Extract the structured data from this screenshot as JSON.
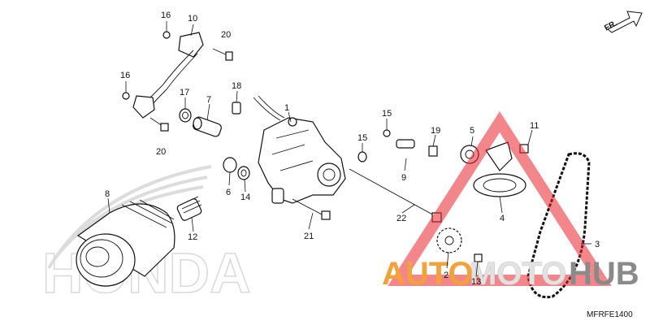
{
  "diagram": {
    "brand_watermark": "HONDA",
    "orientation_label": "FR.",
    "diagram_code": "MFRFE1400",
    "site_watermark": {
      "part1": "AUTO",
      "part2": "MOTO",
      "part3": "HUB",
      "colors": {
        "auto": "#f2a23a",
        "moto": "#e2e2e2",
        "hub": "#8a8a8a",
        "triangle": "#e8222a"
      }
    },
    "callouts": [
      {
        "id": "c1",
        "text": "1"
      },
      {
        "id": "c2",
        "text": "2"
      },
      {
        "id": "c3",
        "text": "3"
      },
      {
        "id": "c4",
        "text": "4"
      },
      {
        "id": "c5",
        "text": "5"
      },
      {
        "id": "c6",
        "text": "6"
      },
      {
        "id": "c7",
        "text": "7"
      },
      {
        "id": "c8",
        "text": "8"
      },
      {
        "id": "c9",
        "text": "9"
      },
      {
        "id": "c10",
        "text": "10"
      },
      {
        "id": "c11",
        "text": "11"
      },
      {
        "id": "c12",
        "text": "12"
      },
      {
        "id": "c13",
        "text": "13"
      },
      {
        "id": "c14",
        "text": "14"
      },
      {
        "id": "c15a",
        "text": "15"
      },
      {
        "id": "c15b",
        "text": "15"
      },
      {
        "id": "c16a",
        "text": "16"
      },
      {
        "id": "c16b",
        "text": "16"
      },
      {
        "id": "c17",
        "text": "17"
      },
      {
        "id": "c18",
        "text": "18"
      },
      {
        "id": "c19",
        "text": "19"
      },
      {
        "id": "c20a",
        "text": "20"
      },
      {
        "id": "c20b",
        "text": "20"
      },
      {
        "id": "c21",
        "text": "21"
      },
      {
        "id": "c22",
        "text": "22"
      }
    ]
  }
}
